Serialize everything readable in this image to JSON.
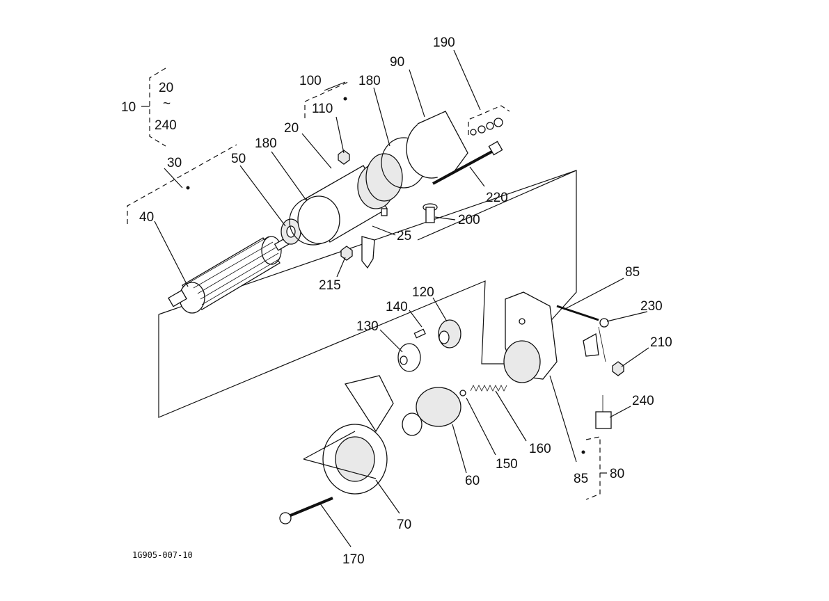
{
  "diagram": {
    "drawing_code": "1G905-007-10",
    "labels": {
      "l10": "10",
      "l20_top": "20",
      "l_tilde": "~",
      "l240_top": "240",
      "l30": "30",
      "l40": "40",
      "l50": "50",
      "l180_left": "180",
      "l20": "20",
      "l110": "110",
      "l100": "100",
      "l180_right": "180",
      "l90": "90",
      "l190": "190",
      "l220": "220",
      "l200": "200",
      "l25": "25",
      "l215": "215",
      "l85_top": "85",
      "l230": "230",
      "l210": "210",
      "l240": "240",
      "l120": "120",
      "l140": "140",
      "l130": "130",
      "l160": "160",
      "l150": "150",
      "l60": "60",
      "l70": "70",
      "l170": "170",
      "l85_bottom": "85",
      "l80": "80"
    }
  }
}
